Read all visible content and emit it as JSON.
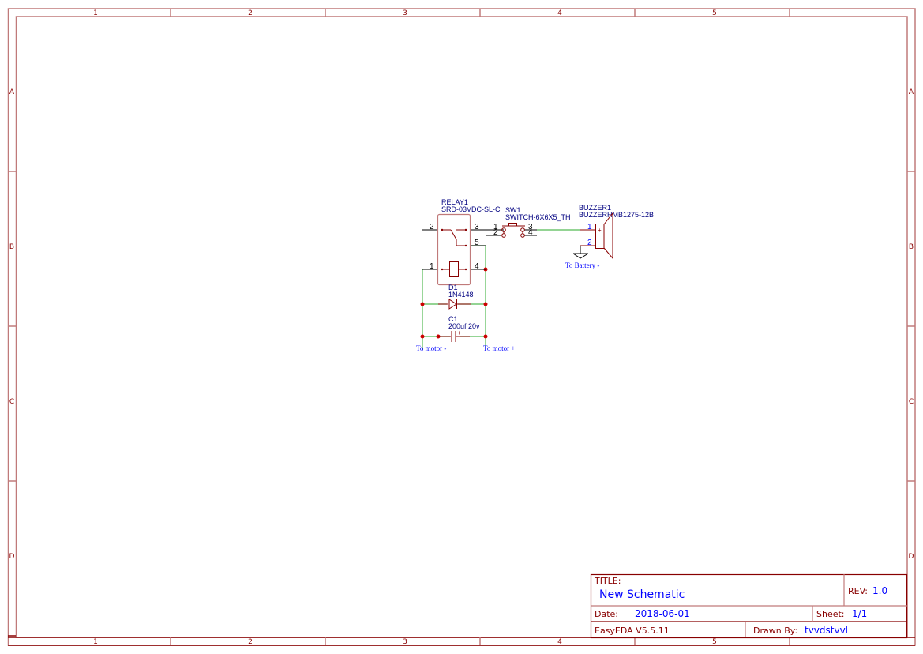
{
  "sheet": {
    "columns": [
      "1",
      "2",
      "3",
      "4",
      "5"
    ],
    "rows": [
      "A",
      "B",
      "C",
      "D"
    ],
    "colors": {
      "frame": "#c07a7a",
      "frame_dark": "#880000",
      "wire": "#55bb55",
      "junction": "#cc0000",
      "value_text": "#0000ff",
      "part_text": "#000080"
    }
  },
  "schematic": {
    "relay": {
      "designator": "RELAY1",
      "value": "SRD-03VDC-SL-C",
      "pins": [
        "2",
        "3",
        "5",
        "1",
        "4"
      ]
    },
    "switch": {
      "designator": "SW1",
      "value": "SWITCH-6X6X5_TH",
      "pins": [
        "1",
        "2",
        "3",
        "4"
      ]
    },
    "buzzer": {
      "designator": "BUZZER1",
      "value": "BUZZERHMB1275-12B",
      "pins": [
        "1",
        "2"
      ],
      "polarity": "+"
    },
    "diode": {
      "designator": "D1",
      "value": "1N4148"
    },
    "capacitor": {
      "designator": "C1",
      "value": "200uf 20v",
      "polarity": "+"
    },
    "net_labels": {
      "battery_neg": "To Battery -",
      "motor_neg": "To motor -",
      "motor_pos": "To motor +"
    }
  },
  "title_block": {
    "title_label": "TITLE:",
    "title_value": "New Schematic",
    "rev_label": "REV:",
    "rev_value": "1.0",
    "date_label": "Date:",
    "date_value": "2018-06-01",
    "sheet_label": "Sheet:",
    "sheet_value": "1/1",
    "software": "EasyEDA V5.5.11",
    "drawn_by_label": "Drawn By:",
    "drawn_by_value": "tvvdstvvl"
  }
}
